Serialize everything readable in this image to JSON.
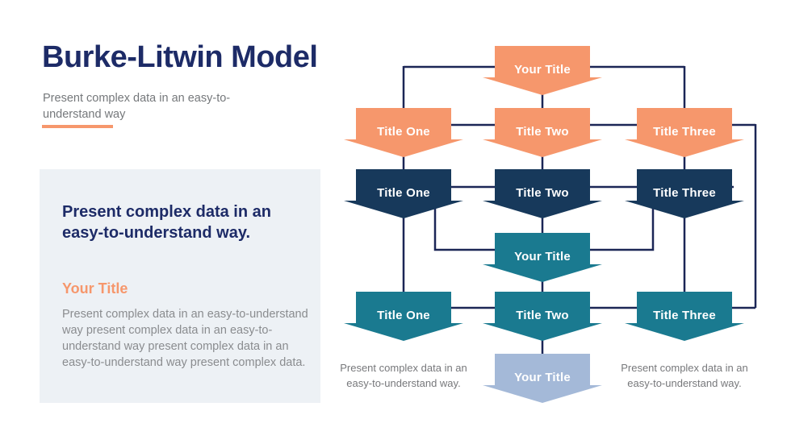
{
  "header": {
    "title": "Burke-Litwin Model",
    "subtitle": "Present complex data in an easy-to-understand way"
  },
  "panel": {
    "heading": "Present complex data in an easy-to-understand way.",
    "subheading": "Your Title",
    "body": "Present complex data in an easy-to-understand way present complex data in an easy-to-understand way present complex data in an easy-to-understand way present complex data."
  },
  "diagram": {
    "line_color": "#1B2656",
    "colors": {
      "orange": "#F6976C",
      "navy": "#17395B",
      "teal": "#1A7A90",
      "light_blue": "#A4B9D8"
    },
    "nodes": [
      {
        "label": "Your Title",
        "color": "orange"
      },
      {
        "label": "Title One",
        "color": "orange"
      },
      {
        "label": "Title Two",
        "color": "orange"
      },
      {
        "label": "Title Three",
        "color": "orange"
      },
      {
        "label": "Title One",
        "color": "navy"
      },
      {
        "label": "Title Two",
        "color": "navy"
      },
      {
        "label": "Title Three",
        "color": "navy"
      },
      {
        "label": "Your Title",
        "color": "teal"
      },
      {
        "label": "Title One",
        "color": "teal"
      },
      {
        "label": "Title Two",
        "color": "teal"
      },
      {
        "label": "Title Three",
        "color": "teal"
      },
      {
        "label": "Your Title",
        "color": "light_blue"
      }
    ],
    "caption_left": "Present complex data in an easy-to-understand way.",
    "caption_right": "Present complex data in an easy-to-understand way."
  },
  "accents": {
    "title_color": "#1D2B67",
    "divider_color": "#F6976C",
    "panel_bg": "#EDF1F5",
    "gray_text": "#77787B"
  }
}
